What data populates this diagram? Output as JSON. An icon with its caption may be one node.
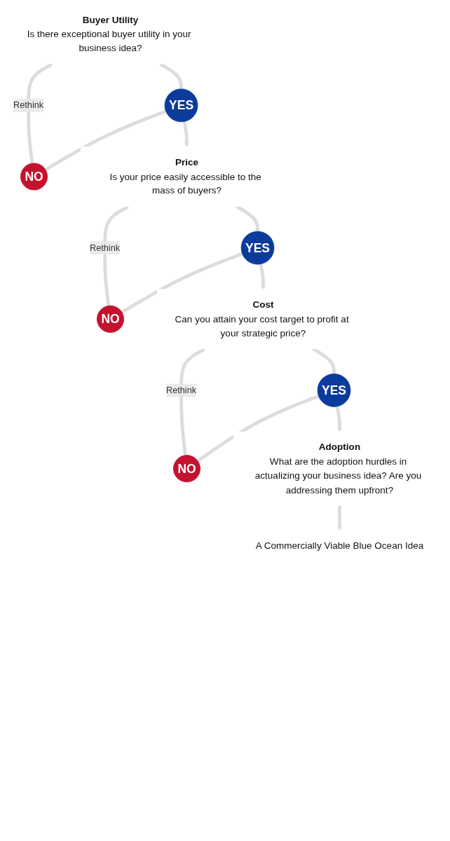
{
  "diagram": {
    "nodes": [
      {
        "text": [
          "Buyer Utility",
          "Is there exceptional buyer utility in your business idea?"
        ]
      },
      {
        "text": [
          "YES"
        ]
      },
      {
        "text": [
          "NO"
        ]
      },
      {
        "text": [
          "Price",
          "Is your price easily accessible to the mass of buyers?"
        ]
      },
      {
        "text": [
          "YES"
        ]
      },
      {
        "text": [
          "NO"
        ]
      },
      {
        "text": [
          "Cost",
          "Can you attain your cost target to profit at your strategic price?"
        ]
      },
      {
        "text": [
          "YES"
        ]
      },
      {
        "text": [
          "NO"
        ]
      },
      {
        "text": [
          "Adoption",
          "What are the adoption hurdles in actualizing your business idea? Are you addressing them upfront?"
        ]
      },
      {
        "text": [
          "A Commercially Viable Blue Ocean Idea"
        ]
      }
    ],
    "edges": [
      {
        "from": 0,
        "to": 1,
        "arrow": "none"
      },
      {
        "from": 1,
        "to": 2,
        "arrow": "none"
      },
      {
        "from": 1,
        "to": 3,
        "arrow": "to"
      },
      {
        "from": 2,
        "to": 0,
        "arrow": "to",
        "label": "Rethink"
      },
      {
        "from": 3,
        "to": 4,
        "arrow": "none"
      },
      {
        "from": 4,
        "to": 5,
        "arrow": "none"
      },
      {
        "from": 4,
        "to": 6,
        "arrow": "to"
      },
      {
        "from": 5,
        "to": 3,
        "arrow": "to",
        "label": "Rethink"
      },
      {
        "from": 6,
        "to": 7,
        "arrow": "none"
      },
      {
        "from": 7,
        "to": 8,
        "arrow": "none"
      },
      {
        "from": 7,
        "to": 9,
        "arrow": "to"
      },
      {
        "from": 8,
        "to": 6,
        "arrow": "to",
        "label": "Rethink"
      },
      {
        "from": 9,
        "to": 10,
        "arrow": "to"
      }
    ]
  }
}
